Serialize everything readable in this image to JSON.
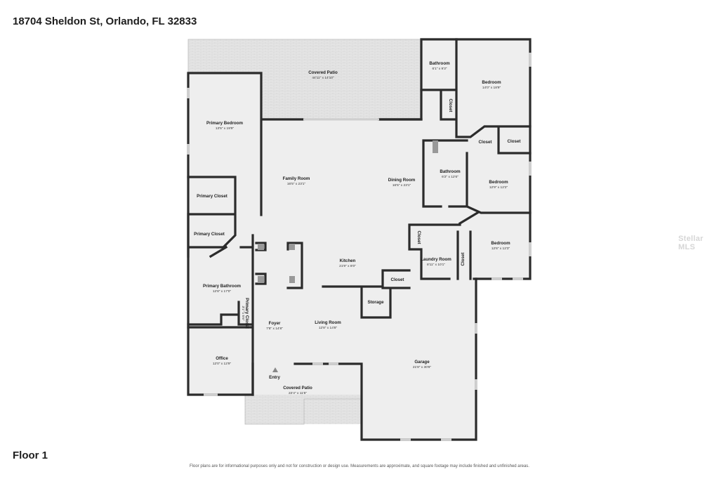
{
  "header": {
    "address": "18704 Sheldon St, Orlando, FL 32833"
  },
  "footer": {
    "floor_label": "Floor 1",
    "disclaimer": "Floor plans are for informational purposes only and not for construction or design use. Measurements are approximate, and square footage may include finished and unfinished areas."
  },
  "watermark": "Stellar MLS",
  "colors": {
    "floor_fill": "#eeeeee",
    "patio_fill": "#e4e4e4",
    "wall": "#2b2b2b"
  },
  "rooms": {
    "covered_patio_back": {
      "name": "Covered Patio",
      "dims": "44'11\" x 14'10\""
    },
    "bathroom_top": {
      "name": "Bathroom",
      "dims": "6'1\" x 9'3\""
    },
    "bedroom_top": {
      "name": "Bedroom",
      "dims": "14'0\" x 18'9\""
    },
    "closet_top": {
      "name": "Closet"
    },
    "closet_2": {
      "name": "Closet"
    },
    "closet_3": {
      "name": "Closet"
    },
    "primary_bedroom": {
      "name": "Primary Bedroom",
      "dims": "13'5\" x 19'9\""
    },
    "family_room": {
      "name": "Family Room",
      "dims": "16'5\" x 23'1\""
    },
    "dining_room": {
      "name": "Dining Room",
      "dims": "16'5\" x 23'1\""
    },
    "bathroom_mid": {
      "name": "Bathroom",
      "dims": "6'2\" x 12'6\""
    },
    "bedroom_mid": {
      "name": "Bedroom",
      "dims": "12'9\" x 12'2\""
    },
    "primary_closet_1": {
      "name": "Primary Closet"
    },
    "primary_closet_2": {
      "name": "Primary Closet"
    },
    "closet_4": {
      "name": "Closet"
    },
    "closet_5": {
      "name": "Closet"
    },
    "bedroom_low": {
      "name": "Bedroom",
      "dims": "12'6\" x 12'3\""
    },
    "kitchen": {
      "name": "Kitchen",
      "dims": "21'9\" x 8'0\""
    },
    "laundry_room": {
      "name": "Laundry Room",
      "dims": "8'11\" x 10'1\""
    },
    "closet_6": {
      "name": "Closet"
    },
    "primary_bathroom": {
      "name": "Primary Bathroom",
      "dims": "12'8\" x 17'0\""
    },
    "storage": {
      "name": "Storage"
    },
    "primary_closet_3": {
      "name": "Primary Closet",
      "dims": "3'1\" x 5'6\""
    },
    "foyer": {
      "name": "Foyer",
      "dims": "7'8\" x 14'8\""
    },
    "living_room": {
      "name": "Living Room",
      "dims": "12'8\" x 14'8\""
    },
    "office": {
      "name": "Office",
      "dims": "12'0\" x 12'9\""
    },
    "garage": {
      "name": "Garage",
      "dims": "21'8\" x 30'8\""
    },
    "entry": {
      "name": "Entry"
    },
    "covered_patio_front": {
      "name": "Covered Patio",
      "dims": "22'4\" x 11'5\""
    }
  }
}
